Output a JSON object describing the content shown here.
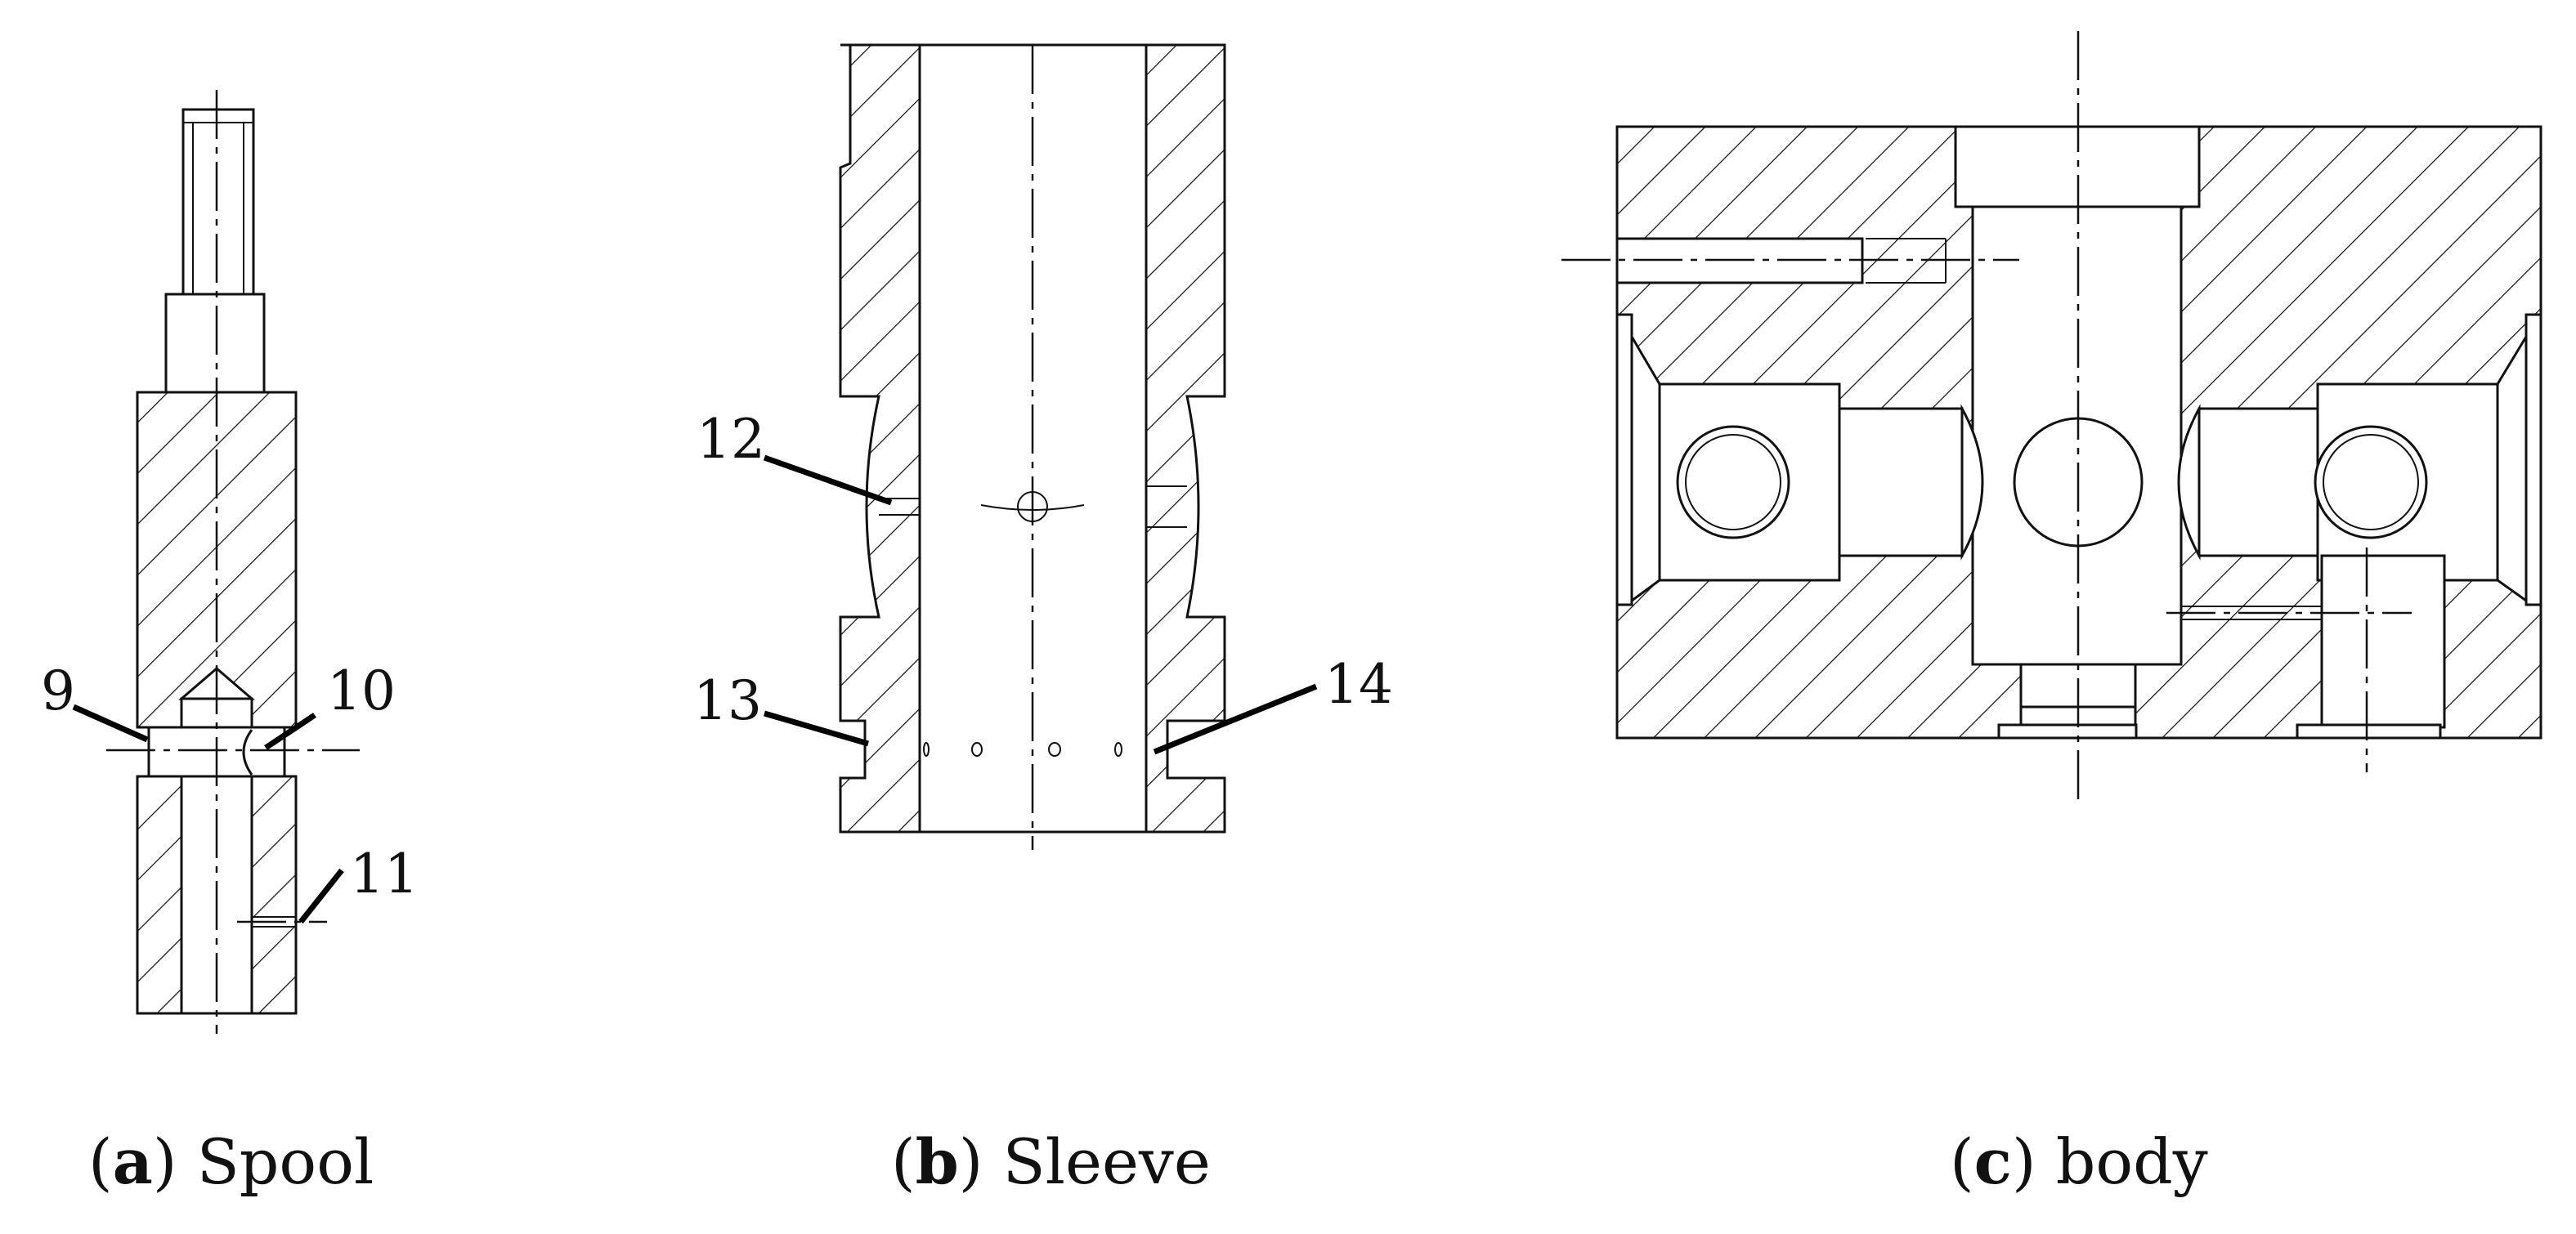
{
  "figure": {
    "captions": [
      {
        "letter": "a",
        "label": "Spool"
      },
      {
        "letter": "b",
        "label": "Sleeve"
      },
      {
        "letter": "c",
        "label": "body"
      }
    ],
    "callouts": {
      "spool": [
        "9",
        "10",
        "11"
      ],
      "sleeve": [
        "12",
        "13",
        "14"
      ]
    }
  }
}
